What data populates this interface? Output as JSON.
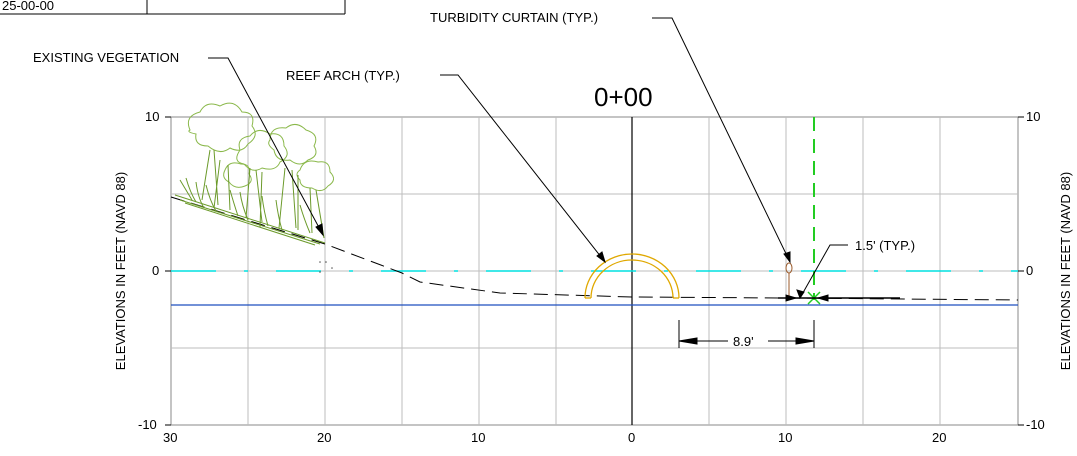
{
  "title_block": {
    "row1_left": "25-00-00",
    "row1_right": ""
  },
  "station_label": "0+00",
  "axes": {
    "y_label_left": "ELEVATIONS IN FEET (NAVD 88)",
    "y_label_right": "ELEVATIONS IN FEET (NAVD 88)",
    "x_ticks": [
      "30",
      "20",
      "10",
      "0",
      "10",
      "20"
    ],
    "y_ticks_left": [
      "10",
      "0",
      "-10"
    ],
    "y_ticks_right": [
      "10",
      "0",
      "-10"
    ]
  },
  "callouts": {
    "existing_vegetation": "EXISTING VEGETATION",
    "reef_arch": "REEF ARCH (TYP.)",
    "turbidity_curtain": "TURBIDITY CURTAIN (TYP.)",
    "offset_typ": "1.5' (TYP.)"
  },
  "dimension": {
    "value": "8.9'"
  },
  "colors": {
    "grid": "#bdbdbd",
    "water_line": "#00e0e0",
    "bottom_line": "#1f4fbf",
    "reef_arch": "#e0a800",
    "limit_line": "#22cc22",
    "vegetation": "#6b9a2a",
    "vegetation_canopy": "#8ab84a"
  }
}
